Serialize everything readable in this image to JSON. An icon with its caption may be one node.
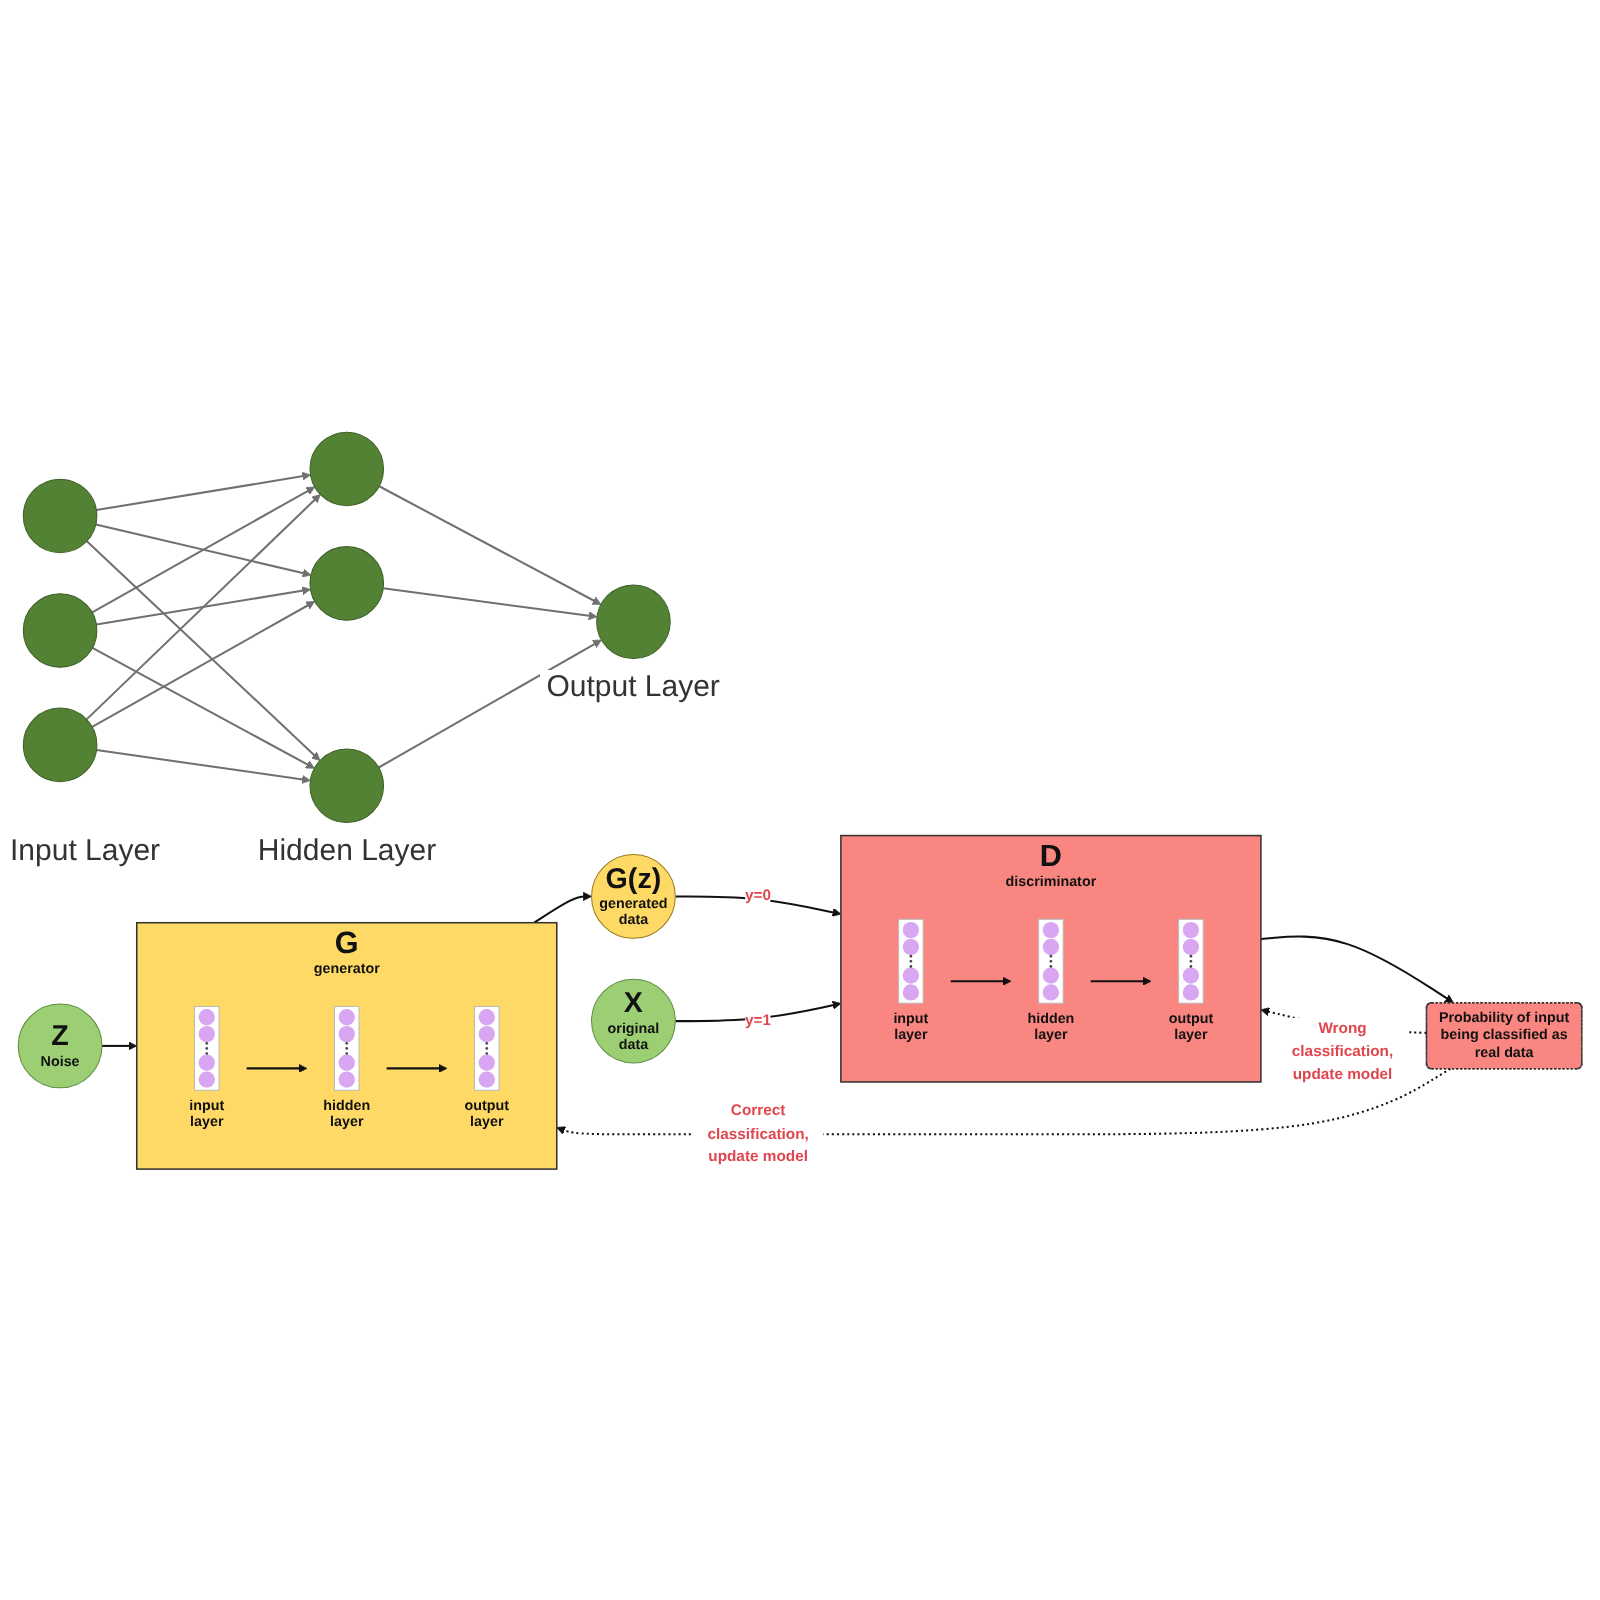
{
  "diagram": {
    "nodes": [
      {
        "text": [],
        "shape": "circle"
      },
      {
        "text": [],
        "shape": "circle"
      },
      {
        "text": [],
        "shape": "circle"
      },
      {
        "text": [],
        "shape": "circle"
      },
      {
        "text": [],
        "shape": "circle"
      },
      {
        "text": [],
        "shape": "circle"
      },
      {
        "text": [],
        "shape": "circle"
      },
      {
        "text": [
          "Z",
          "Noise"
        ]
      },
      {
        "text": [
          "G",
          "generator"
        ]
      },
      {
        "text": [
          "input layer"
        ],
        "in": 8
      },
      {
        "text": [
          "hidden layer"
        ],
        "in": 8
      },
      {
        "text": [
          "output layer"
        ],
        "in": 8
      },
      {
        "text": [
          "G(z)",
          "generated data"
        ]
      },
      {
        "text": [
          "X",
          "original data"
        ]
      },
      {
        "text": [
          "D",
          "discriminator"
        ]
      },
      {
        "text": [
          "input layer"
        ],
        "in": 14
      },
      {
        "text": [
          "hidden layer"
        ],
        "in": 14
      },
      {
        "text": [
          "output layer"
        ],
        "in": 14
      },
      {
        "text": [
          "Probability of input being classified as real data"
        ]
      }
    ],
    "edges": [
      {
        "from": 0,
        "to": 3,
        "arrow": "to"
      },
      {
        "from": 0,
        "to": 4,
        "arrow": "to"
      },
      {
        "from": 0,
        "to": 5,
        "arrow": "to"
      },
      {
        "from": 1,
        "to": 3,
        "arrow": "to"
      },
      {
        "from": 1,
        "to": 4,
        "arrow": "to"
      },
      {
        "from": 1,
        "to": 5,
        "arrow": "to"
      },
      {
        "from": 2,
        "to": 3,
        "arrow": "to"
      },
      {
        "from": 2,
        "to": 4,
        "arrow": "to"
      },
      {
        "from": 2,
        "to": 5,
        "arrow": "to"
      },
      {
        "from": 3,
        "to": 6,
        "arrow": "to"
      },
      {
        "from": 4,
        "to": 6,
        "arrow": "to"
      },
      {
        "from": 5,
        "to": 6,
        "arrow": "to"
      },
      {
        "from": 7,
        "to": 8,
        "arrow": "to",
        "color": "#111111"
      },
      {
        "from": 9,
        "to": 10,
        "arrow": "to",
        "color": "#111111"
      },
      {
        "from": 10,
        "to": 11,
        "arrow": "to",
        "color": "#111111"
      },
      {
        "from": 8,
        "to": 12,
        "arrow": "to",
        "color": "#111111"
      },
      {
        "from": 12,
        "to": 14,
        "arrow": "to",
        "label": "y=0",
        "color": "#111111"
      },
      {
        "from": 13,
        "to": 14,
        "arrow": "to",
        "label": "y=1",
        "color": "#111111"
      },
      {
        "from": 15,
        "to": 16,
        "arrow": "to",
        "color": "#111111"
      },
      {
        "from": 16,
        "to": 17,
        "arrow": "to",
        "color": "#111111"
      },
      {
        "from": 14,
        "to": 18,
        "arrow": "to",
        "color": "#111111"
      },
      {
        "from": 18,
        "to": 14,
        "arrow": "to",
        "label": "Wrong classification, update model",
        "style": "dashed",
        "color": "#111111"
      },
      {
        "from": 18,
        "to": 8,
        "arrow": "to",
        "label": "Correct classification, update model",
        "style": "dashed",
        "color": "#111111"
      }
    ],
    "labels": [
      "Input Layer",
      "Hidden Layer",
      "Output Layer"
    ]
  }
}
